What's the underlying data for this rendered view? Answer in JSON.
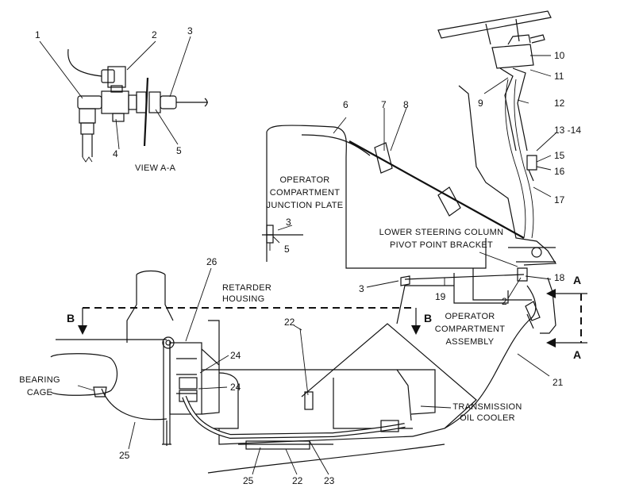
{
  "callouts": [
    "1",
    "2",
    "3",
    "4",
    "5",
    "6",
    "7",
    "8",
    "9",
    "10",
    "11",
    "12",
    "13 -14",
    "15",
    "16",
    "17",
    "18",
    "19",
    "20",
    "21",
    "22",
    "23",
    "24",
    "25",
    "26"
  ],
  "captions": {
    "view_aa": "VIEW A-A",
    "junction_plate": [
      "OPERATOR",
      "COMPARTMENT",
      "JUNCTION PLATE"
    ],
    "pivot_bracket": [
      "LOWER STEERING COLUMN",
      "PIVOT POINT BRACKET"
    ],
    "retarder_housing": [
      "RETARDER",
      "HOUSING"
    ],
    "operator_assembly": [
      "OPERATOR",
      "COMPARTMENT",
      "ASSEMBLY"
    ],
    "bearing_cage": [
      "BEARING",
      "CAGE"
    ],
    "oil_cooler": [
      "TRANSMISSION",
      "OIL COOLER"
    ]
  },
  "section_marks": {
    "a": "A",
    "b": "B"
  },
  "view_label_fill": "#111111"
}
